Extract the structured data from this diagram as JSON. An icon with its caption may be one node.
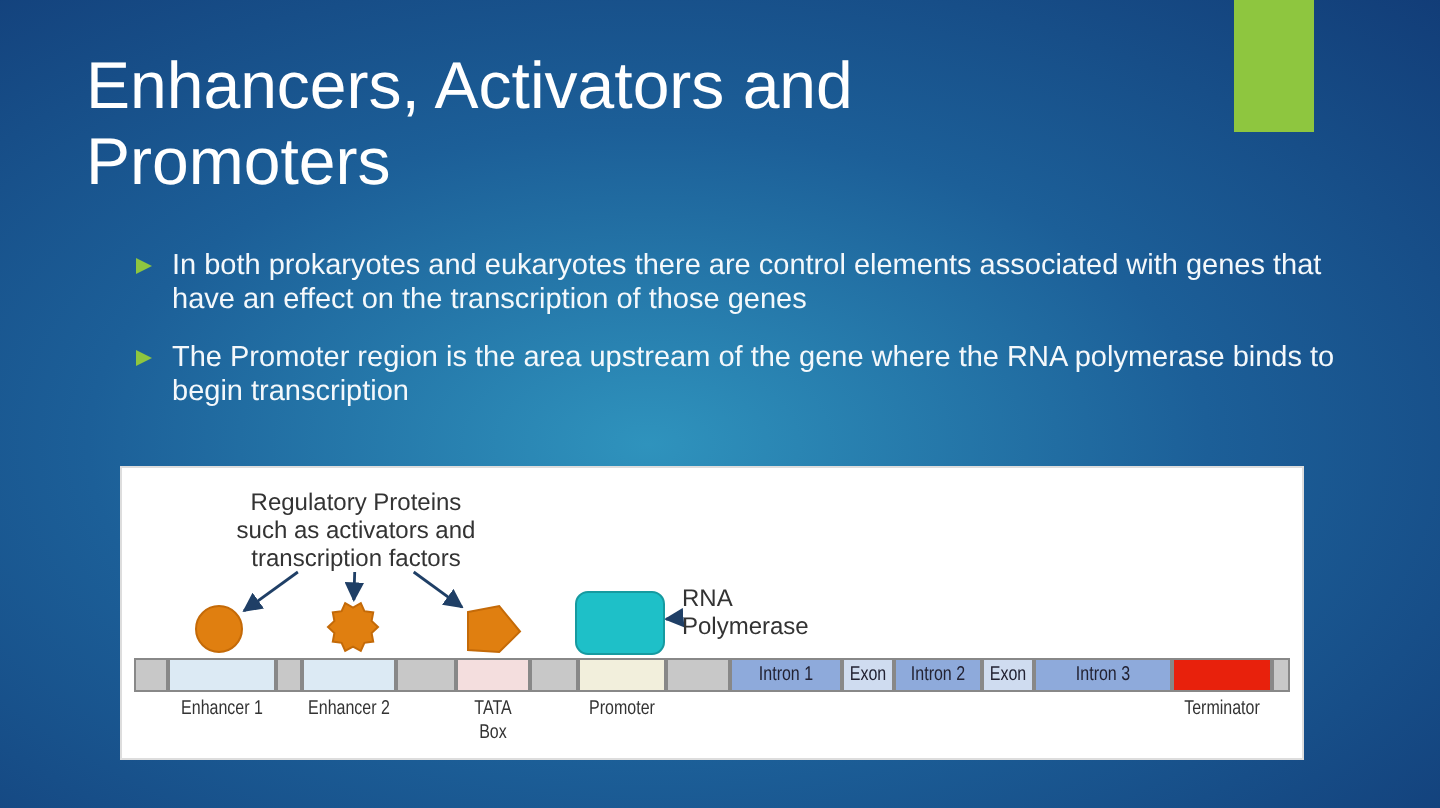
{
  "diagram": {
    "title": "Enhancers, Activators and Promoters",
    "nodes": [
      {
        "text": [
          "Regulatory Proteins such as activators and transcription factors"
        ]
      },
      {
        "text": [
          "RNA Polymerase"
        ]
      },
      {
        "text": [],
        "shape": "box"
      },
      {
        "text": [],
        "shape": "circle"
      },
      {
        "text": [],
        "shape": "star"
      },
      {
        "text": [],
        "shape": "pentagon"
      },
      {
        "text": [],
        "shape": "box"
      },
      {
        "text": [
          "Enhancer 1"
        ]
      },
      {
        "text": [],
        "shape": "box"
      },
      {
        "text": [
          "Enhancer 2"
        ]
      },
      {
        "text": [],
        "shape": "box"
      },
      {
        "text": [
          "TATA Box"
        ]
      },
      {
        "text": [],
        "shape": "box"
      },
      {
        "text": [
          "Promoter"
        ]
      },
      {
        "text": [],
        "shape": "box"
      },
      {
        "text": [
          "Intron 1"
        ]
      },
      {
        "text": [
          "Exon"
        ]
      },
      {
        "text": [
          "Intron 2"
        ]
      },
      {
        "text": [
          "Exon"
        ]
      },
      {
        "text": [
          "Intron 3"
        ]
      },
      {
        "text": [
          "Terminator"
        ]
      },
      {
        "text": [],
        "shape": "box"
      }
    ],
    "edges": [
      {
        "from": 0,
        "to": 3,
        "arrow": "to"
      },
      {
        "from": 0,
        "to": 4,
        "arrow": "to"
      },
      {
        "from": 0,
        "to": 5,
        "arrow": "to"
      },
      {
        "from": 1,
        "to": 2,
        "arrow": "to"
      }
    ],
    "labels": [
      "In both prokaryotes and eukaryotes there are control elements associated with genes that have an effect on the transcription of those genes",
      "The Promoter region is the area upstream of the gene where the RNA polymerase binds to begin transcription"
    ]
  }
}
